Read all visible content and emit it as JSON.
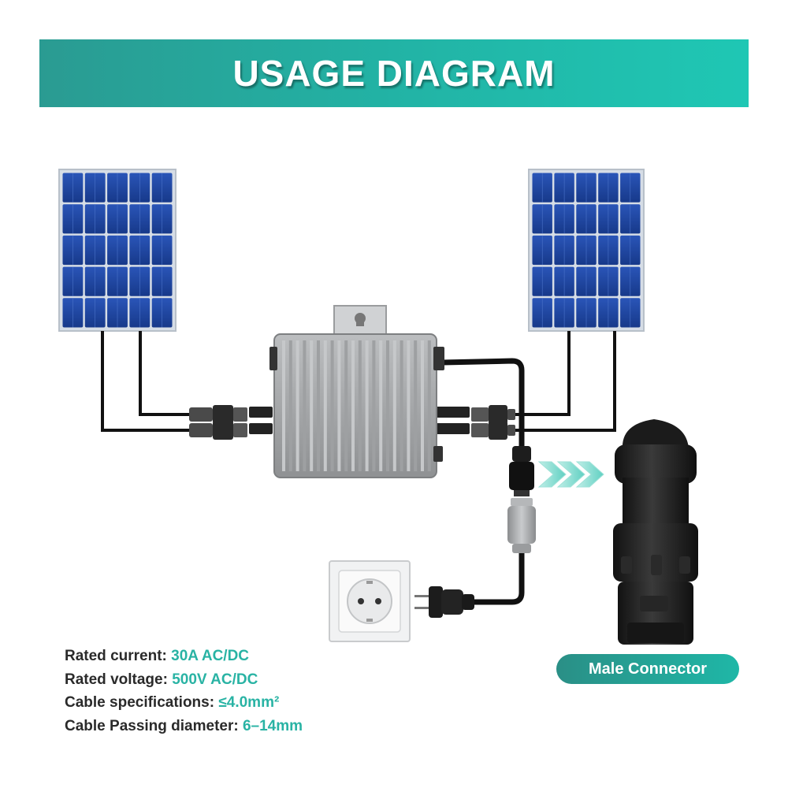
{
  "banner": {
    "title": "USAGE DIAGRAM"
  },
  "connector_label": "Male Connector",
  "specs": [
    {
      "label": "Rated current: ",
      "value": "30A AC/DC"
    },
    {
      "label": "Rated voltage: ",
      "value": "500V AC/DC"
    },
    {
      "label": "Cable specifications: ",
      "value": "≤4.0mm²"
    },
    {
      "label": "Cable Passing diameter: ",
      "value": "6–14mm"
    }
  ],
  "colors": {
    "teal_accent": "#29b3a4",
    "banner_start": "#2a9b92",
    "banner_end": "#1fc7b4",
    "panel_blue": "#1a3f96",
    "inverter_grey": "#a7a9ab",
    "connector_black": "#1f1f1f"
  }
}
